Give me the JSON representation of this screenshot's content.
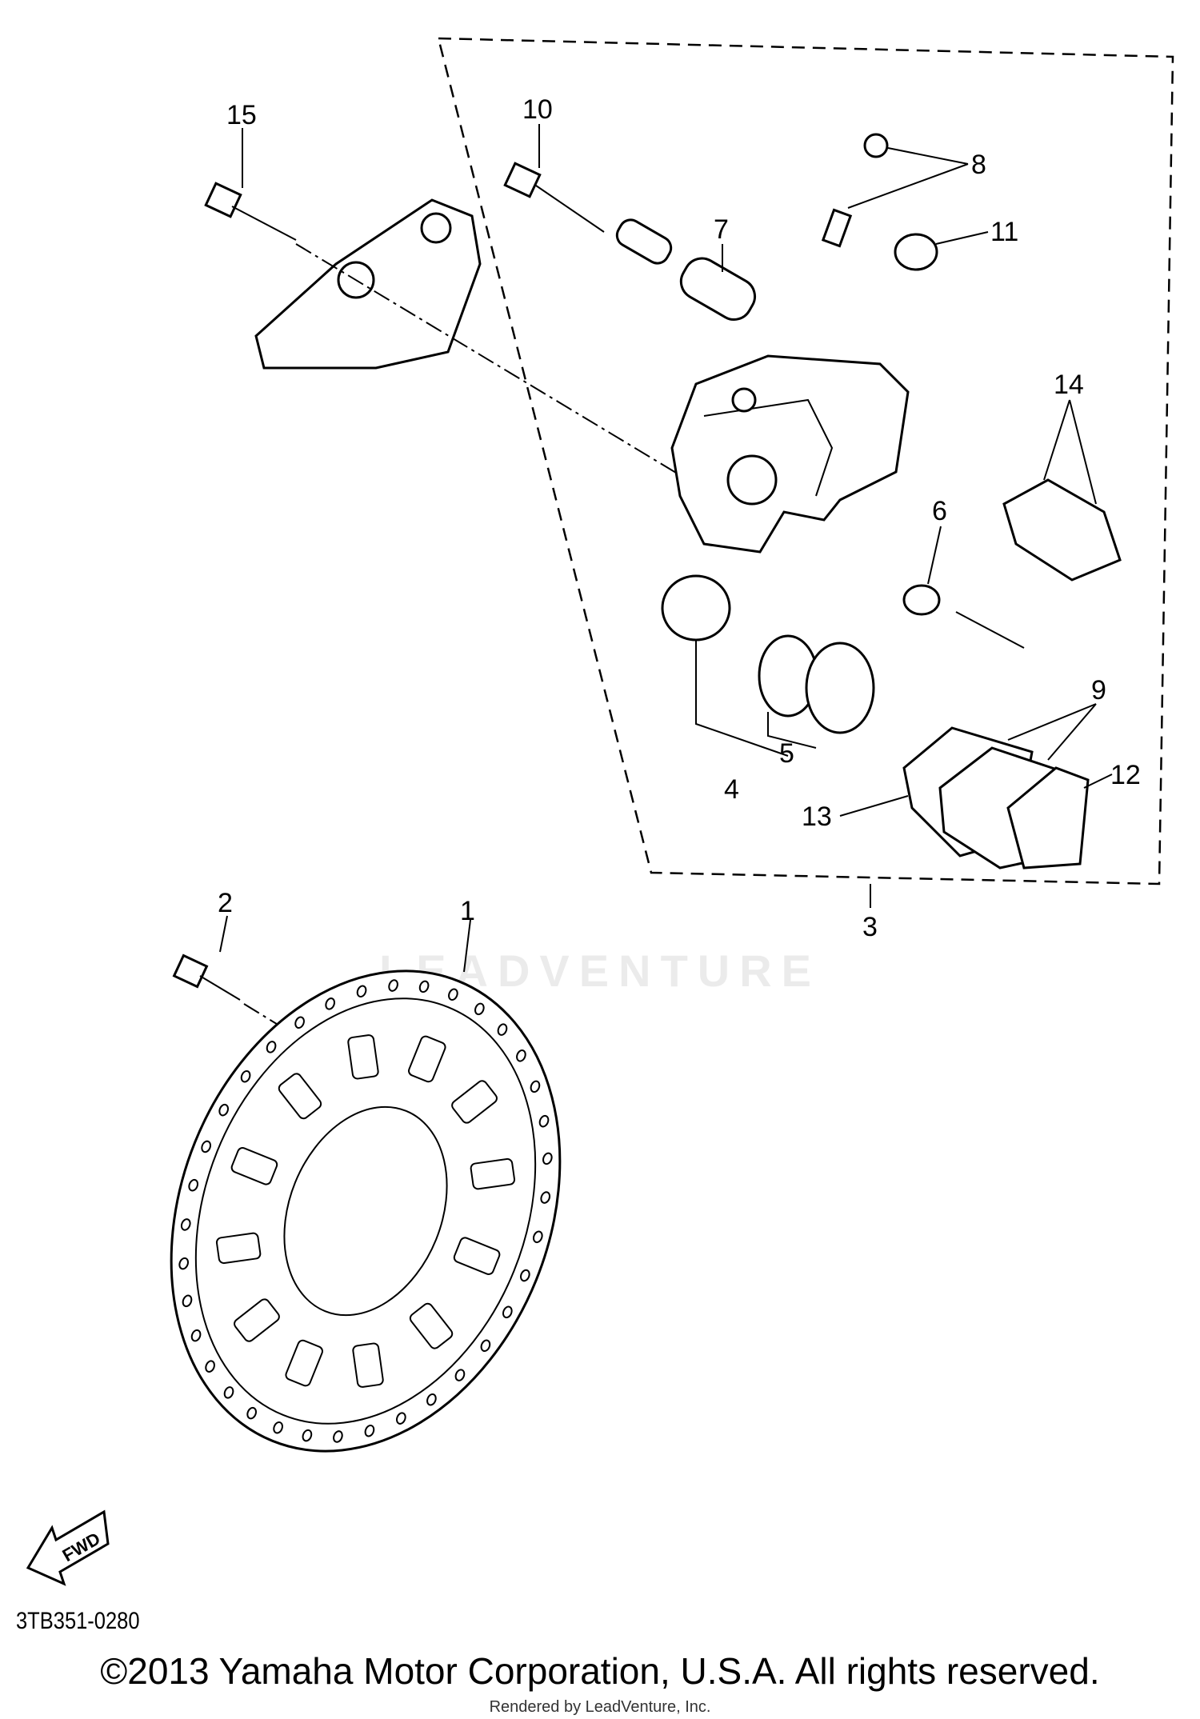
{
  "diagram": {
    "callouts": [
      "1",
      "2",
      "3",
      "4",
      "5",
      "6",
      "7",
      "8",
      "9",
      "10",
      "11",
      "12",
      "13",
      "14",
      "15"
    ],
    "fwd_label": "FWD",
    "diagram_code": "3TB351-0280",
    "copyright": "©2013 Yamaha Motor Corporation, U.S.A. All rights reserved.",
    "rendered_by": "Rendered by LeadVenture, Inc.",
    "watermark": "LEADVENTURE"
  }
}
